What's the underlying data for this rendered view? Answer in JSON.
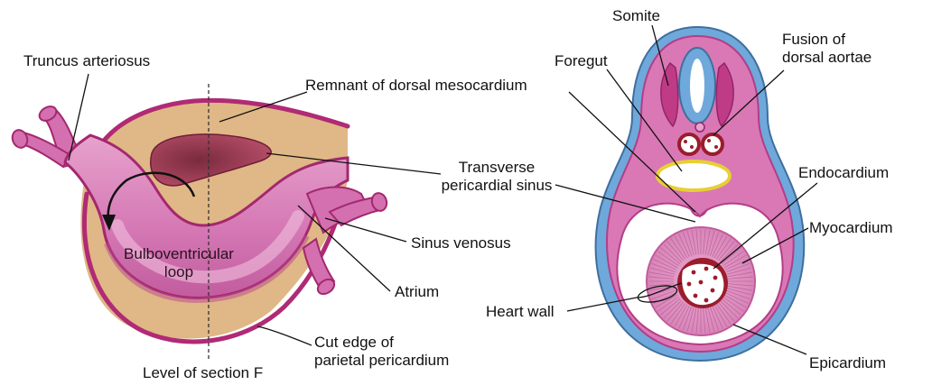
{
  "colors": {
    "magenta_dark": "#b02a75",
    "magenta_mid": "#cf4f96",
    "pink_fill": "#d977b4",
    "pink_light": "#e7a2cd",
    "tan": "#e0b786",
    "maroon": "#a33c5c",
    "blue": "#6fa8da",
    "yellow": "#e8cf33",
    "dark_red": "#9b1c2c"
  },
  "left_panel": {
    "truncus_arteriosus": "Truncus arteriosus",
    "remnant_dorsal_mesocardium": "Remnant of dorsal mesocardium",
    "transverse_sinus_line1": "Transverse",
    "transverse_sinus_line2": "pericardial sinus",
    "sinus_venosus": "Sinus venosus",
    "atrium": "Atrium",
    "bulboventricular_line1": "Bulboventricular",
    "bulboventricular_line2": "loop",
    "cut_edge_line1": "Cut edge of",
    "cut_edge_line2": "parietal pericardium",
    "level_of_section": "Level of section F"
  },
  "right_panel": {
    "somite": "Somite",
    "foregut": "Foregut",
    "fusion_line1": "Fusion of",
    "fusion_line2": "dorsal aortae",
    "endocardium": "Endocardium",
    "myocardium": "Myocardium",
    "heart_wall": "Heart wall",
    "epicardium": "Epicardium"
  }
}
